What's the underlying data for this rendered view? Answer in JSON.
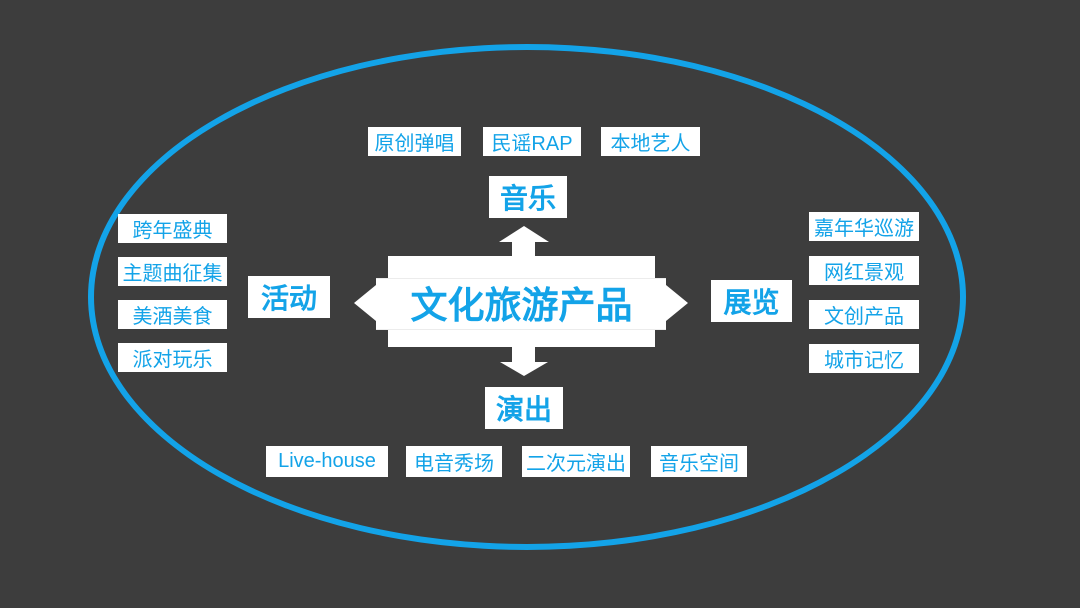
{
  "theme": {
    "background": "#3D3D3D",
    "accent": "#13A3E8",
    "box_fill": "#FFFFFF"
  },
  "center": {
    "title": "文化旅游产品"
  },
  "branches": {
    "top": {
      "label": "音乐",
      "items": [
        "原创弹唱",
        "民谣RAP",
        "本地艺人"
      ]
    },
    "left": {
      "label": "活动",
      "items": [
        "跨年盛典",
        "主题曲征集",
        "美酒美食",
        "派对玩乐"
      ]
    },
    "right": {
      "label": "展览",
      "items": [
        "嘉年华巡游",
        "网红景观",
        "文创产品",
        "城市记忆"
      ]
    },
    "bottom": {
      "label": "演出",
      "items": [
        "Live-house",
        "电音秀场",
        "二次元演出",
        "音乐空间"
      ]
    }
  }
}
